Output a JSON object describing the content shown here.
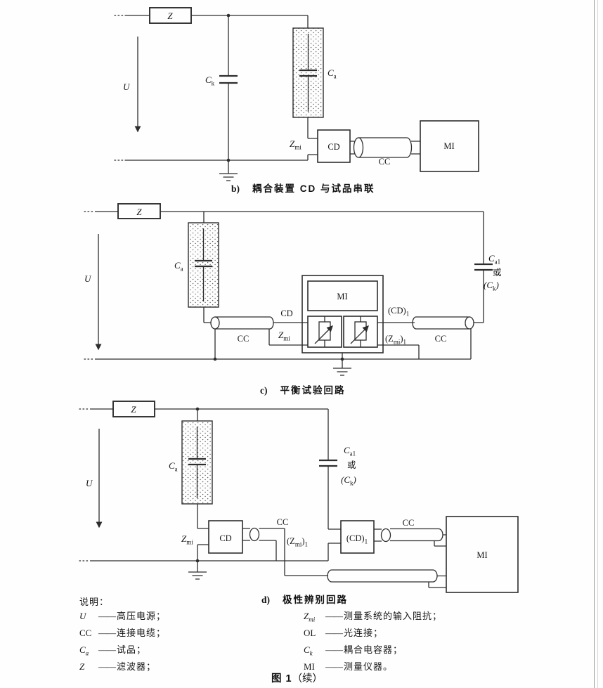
{
  "labels": {
    "z": "Z",
    "u": "U",
    "cd": "CD",
    "cc": "CC",
    "mi": "MI",
    "c_main": "C",
    "k_sub": "k",
    "a_sub": "a",
    "a1_sub": "a1",
    "zmi_main": "Z",
    "zmi_sub": "mi",
    "cd1_main": "(CD)",
    "cd1_sub": "1",
    "zmi1_p1": "(Z",
    "zmi1_s1": "mi",
    "zmi1_p2": ")",
    "zmi1_s2": "1",
    "ckp_p1": "(C",
    "ckp_s1": "k",
    "ckp_p2": ")",
    "or": "或"
  },
  "captions": {
    "b_prefix": "b)",
    "b_text": "耦合装置 CD 与试品串联",
    "c_prefix": "c)",
    "c_text": "平衡试验回路",
    "d_prefix": "d)",
    "d_text": "极性辨别回路"
  },
  "legend": {
    "title": "说明：",
    "dash": "——",
    "left": [
      {
        "sym": "U",
        "sub": "",
        "desc": "高压电源；"
      },
      {
        "sym": "CC",
        "sub": "",
        "desc": "连接电缆；"
      },
      {
        "sym": "C",
        "sub": "a",
        "desc": "试品；"
      },
      {
        "sym": "Z",
        "sub": "",
        "desc": "滤波器；"
      }
    ],
    "right": [
      {
        "sym": "Z",
        "sub": "mi",
        "desc": "测量系统的输入阻抗；"
      },
      {
        "sym": "OL",
        "sub": "",
        "desc": "光连接；"
      },
      {
        "sym": "C",
        "sub": "k",
        "desc": "耦合电容器；"
      },
      {
        "sym": "MI",
        "sub": "",
        "desc": "测量仪器。"
      }
    ]
  },
  "figure": {
    "num": "图 1",
    "cont": "（续）"
  }
}
